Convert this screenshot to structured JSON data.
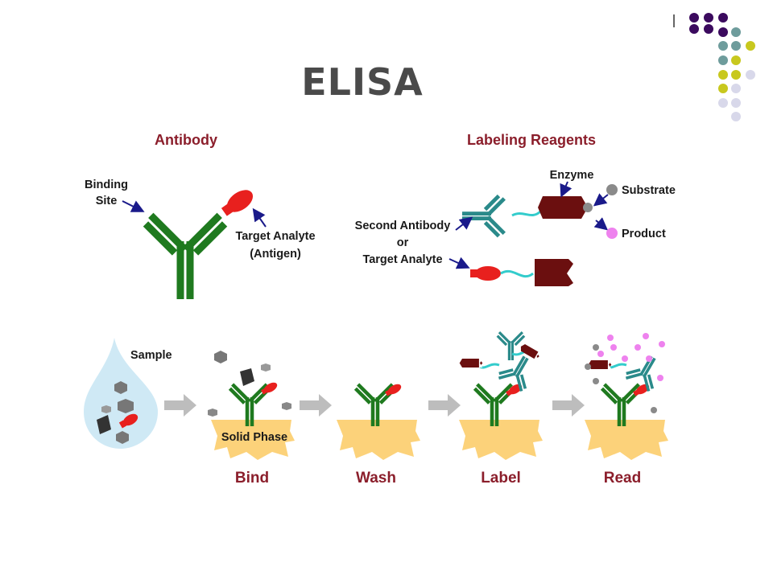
{
  "title": "ELISA",
  "headings": {
    "antibody": "Antibody",
    "labeling_reagents": "Labeling Reagents"
  },
  "labels": {
    "binding_site_line1": "Binding",
    "binding_site_line2": "Site",
    "target_analyte_line1": "Target Analyte",
    "target_analyte_line2": "(Antigen)",
    "enzyme": "Enzyme",
    "substrate": "Substrate",
    "product": "Product",
    "second_antibody_line1": "Second Antibody",
    "second_antibody_line2": "or",
    "second_antibody_line3": "Target Analyte",
    "sample": "Sample",
    "solid_phase": "Solid Phase"
  },
  "steps": [
    "Bind",
    "Wash",
    "Label",
    "Read"
  ],
  "colors": {
    "antibody": "#1f7a1f",
    "antigen": "#e8201e",
    "second_antibody": "#2a8a8a",
    "enzyme": "#6b0f0f",
    "linker": "#33cccc",
    "substrate": "#8a8a8a",
    "product": "#ee82ee",
    "solid_phase": "#fcd27a",
    "heading": "#8b1e2b",
    "dot_purple": "#3b0a5e",
    "dot_teal": "#6e9c9c",
    "dot_yellow": "#c8c81e",
    "dot_lavender": "#d8d8ea"
  }
}
